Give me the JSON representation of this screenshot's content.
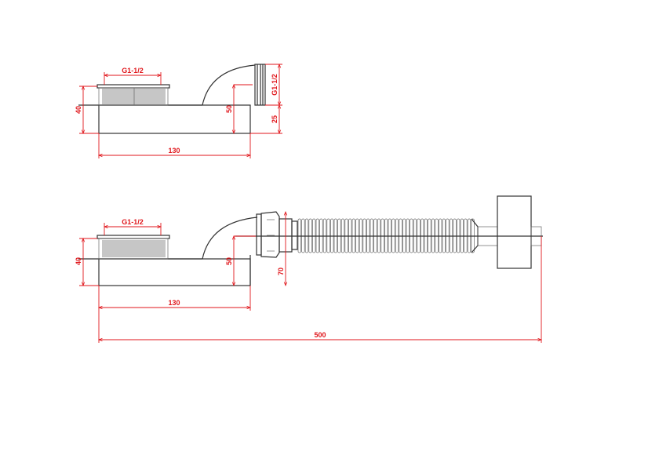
{
  "top_view": {
    "thread_top": "G1-1/2",
    "thread_outlet": "G1-1/2",
    "height_left": "40",
    "height_outlet": "50",
    "outlet_offset": "25",
    "length": "130"
  },
  "bottom_view": {
    "thread_top": "G1-1/2",
    "height_left": "40",
    "height_outlet": "50",
    "coupling_height": "70",
    "length": "130",
    "total_length": "500"
  },
  "colors": {
    "dimension": "#e0161b",
    "outline": "#333333"
  }
}
